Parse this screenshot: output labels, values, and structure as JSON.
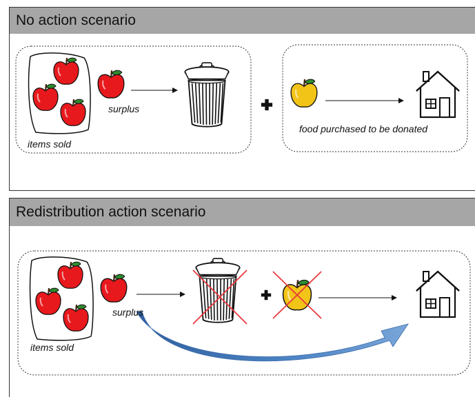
{
  "panels": [
    {
      "title": "No action scenario",
      "labels": {
        "items_sold": "items sold",
        "surplus": "surplus",
        "donation": "food purchased to be donated"
      }
    },
    {
      "title": "Redistribution action scenario",
      "labels": {
        "items_sold": "items sold",
        "surplus": "surplus"
      }
    }
  ],
  "colors": {
    "header_bg": "#a6a6a6",
    "apple_red": "#e8191d",
    "apple_yellow": "#f2c418",
    "leaf_green": "#2e8b2e",
    "cross_red": "#e8383d",
    "curve_blue": "#4f86c6"
  },
  "icons": [
    "apple-icon",
    "trash-can-icon",
    "plus-icon",
    "arrow-icon",
    "house-icon",
    "cross-out-icon",
    "curved-arrow-icon"
  ]
}
